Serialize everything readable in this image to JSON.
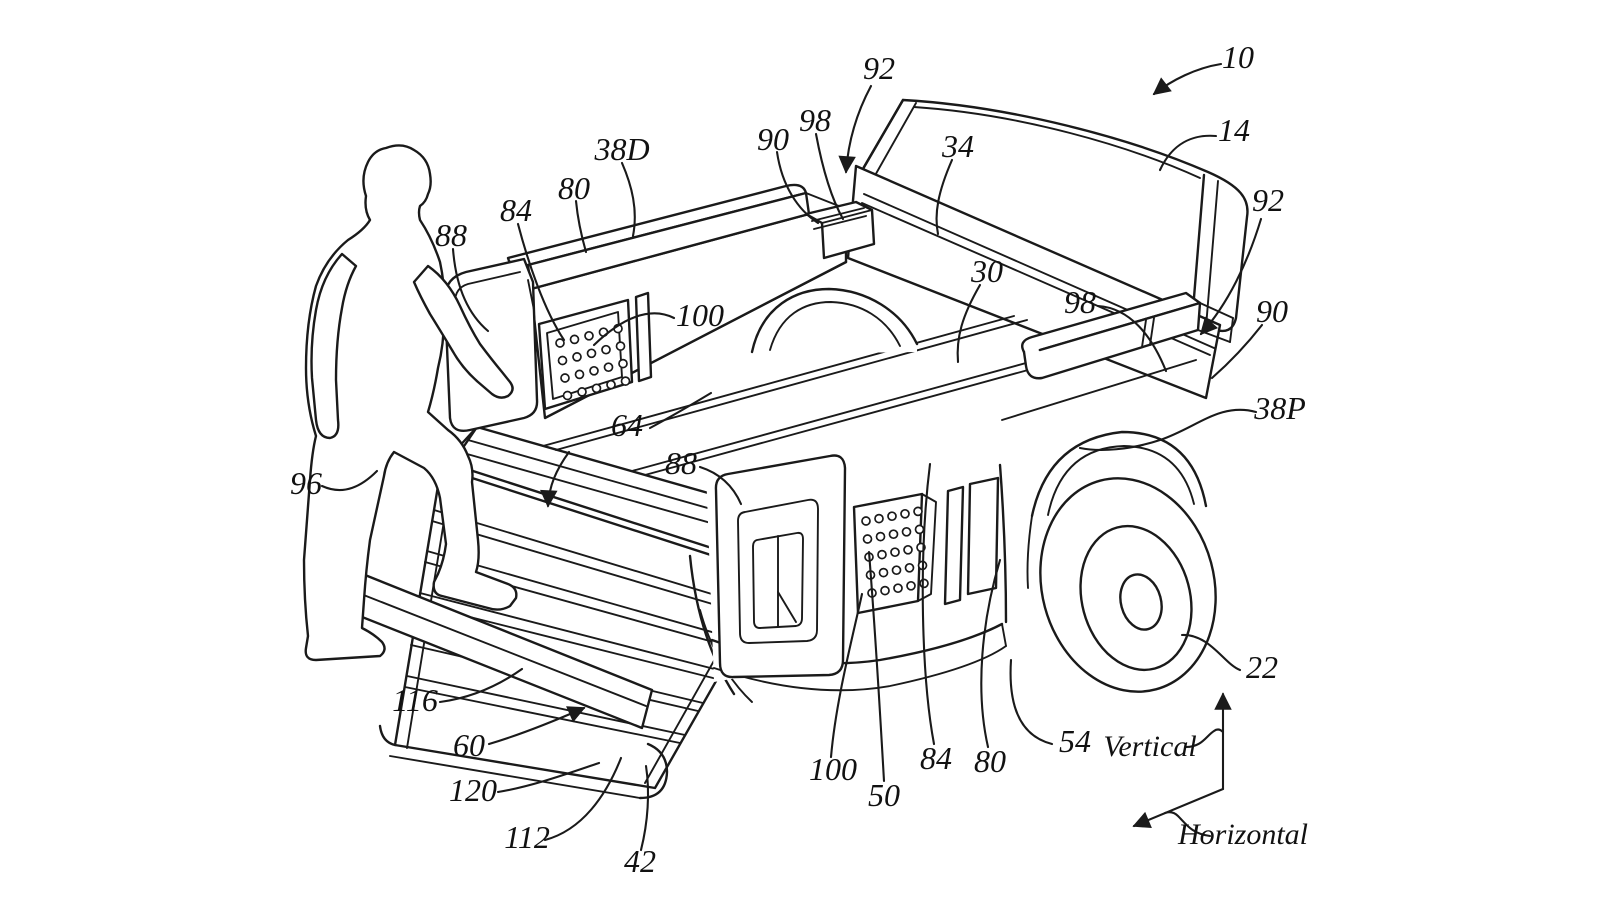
{
  "figure": {
    "type": "patent-line-drawing",
    "background_color": "#ffffff",
    "line_color": "#1a1a1a",
    "reference_labels": [
      {
        "id": "10",
        "text": "10"
      },
      {
        "id": "14",
        "text": "14"
      },
      {
        "id": "92-top",
        "text": "92"
      },
      {
        "id": "98-top-left",
        "text": "98"
      },
      {
        "id": "90-top-left",
        "text": "90"
      },
      {
        "id": "34",
        "text": "34"
      },
      {
        "id": "38D",
        "text": "38D"
      },
      {
        "id": "80-top",
        "text": "80"
      },
      {
        "id": "84-top",
        "text": "84"
      },
      {
        "id": "88-top",
        "text": "88"
      },
      {
        "id": "100-top",
        "text": "100"
      },
      {
        "id": "30",
        "text": "30"
      },
      {
        "id": "98-right",
        "text": "98"
      },
      {
        "id": "92-right",
        "text": "92"
      },
      {
        "id": "90-right",
        "text": "90"
      },
      {
        "id": "38P",
        "text": "38P"
      },
      {
        "id": "64",
        "text": "64"
      },
      {
        "id": "88-mid",
        "text": "88"
      },
      {
        "id": "96",
        "text": "96"
      },
      {
        "id": "116",
        "text": "116"
      },
      {
        "id": "60",
        "text": "60"
      },
      {
        "id": "120",
        "text": "120"
      },
      {
        "id": "112",
        "text": "112"
      },
      {
        "id": "42",
        "text": "42"
      },
      {
        "id": "100-bottom",
        "text": "100"
      },
      {
        "id": "50",
        "text": "50"
      },
      {
        "id": "84-bottom",
        "text": "84"
      },
      {
        "id": "80-bottom",
        "text": "80"
      },
      {
        "id": "54",
        "text": "54"
      },
      {
        "id": "22",
        "text": "22"
      }
    ],
    "axis_indicator": {
      "vertical_label": "Vertical",
      "horizontal_label": "Horizontal"
    }
  }
}
